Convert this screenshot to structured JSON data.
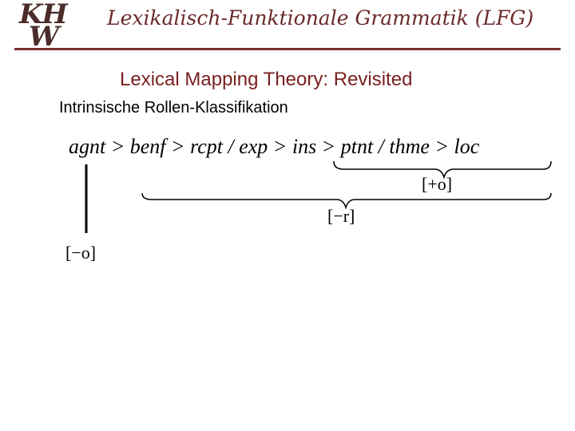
{
  "header": {
    "logo_line1": "KH",
    "logo_line2": "W",
    "title": "Lexikalisch-Funktionale Grammatik (LFG)"
  },
  "slide": {
    "title": "Lexical Mapping Theory: Revisited",
    "subtitle": "Intrinsische Rollen-Klassifikation"
  },
  "formula": {
    "role_sequence": "agnt > benf > rcpt / exp > ins > ptnt / thme > loc",
    "feature_plus_o": "[+o]",
    "feature_minus_r": "[−r]",
    "feature_minus_o": "[−o]"
  },
  "colors": {
    "header_title": "#6b2a2a",
    "rule": "#7a3030",
    "slide_title": "#7a1f1f"
  }
}
